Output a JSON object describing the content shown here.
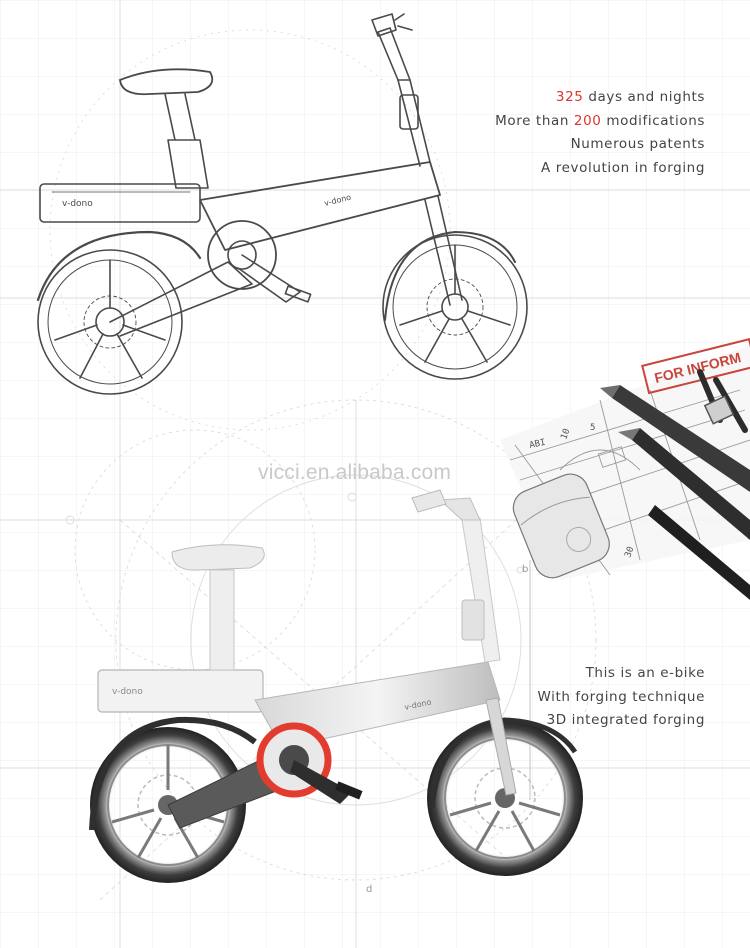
{
  "colors": {
    "accent": "#d9372e",
    "text": "#444444",
    "ink": "#4a4a4a",
    "grid": "#e3e3e3"
  },
  "top_copy": {
    "line1": {
      "highlight": "325",
      "rest": " days and nights"
    },
    "line2": {
      "lead": "More than ",
      "highlight": "200",
      "rest": " modifications"
    },
    "line3": "Numerous patents",
    "line4": "A revolution in forging"
  },
  "bottom_copy": {
    "line1": "This is an e-bike",
    "line2": "With forging technique",
    "line3": "3D integrated forging"
  },
  "watermark": "vicci.en.alibaba.com",
  "brand_label": "v-dono",
  "stamp_text": "FOR INFORM",
  "drafting_labels": {
    "dim_a": "ABI",
    "dim_b": "10",
    "dim_c": "5",
    "dim_d": "30",
    "dim_e": "b",
    "dim_f": "d"
  },
  "icons": [
    "pencil-icon",
    "eraser-icon",
    "drafting-compass-icon"
  ]
}
